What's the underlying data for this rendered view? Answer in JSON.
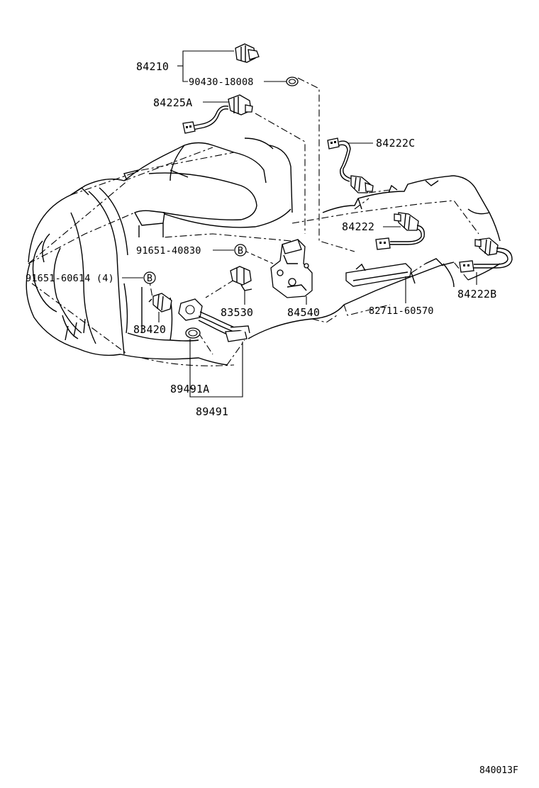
{
  "labels": {
    "p84210": "84210",
    "p90430": "90430-18008",
    "p84225A": "84225A",
    "p84222C": "84222C",
    "p84222": "84222",
    "p91651_40830": "91651-40830",
    "p91651_60614": "91651-60614 (4)",
    "p83530": "83530",
    "p84540": "84540",
    "p82711": "82711-60570",
    "p84222B": "84222B",
    "p83420": "83420",
    "p89491A": "89491A",
    "p89491": "89491",
    "markerB1": "B",
    "markerB2": "B"
  },
  "reference_code": "840013F"
}
